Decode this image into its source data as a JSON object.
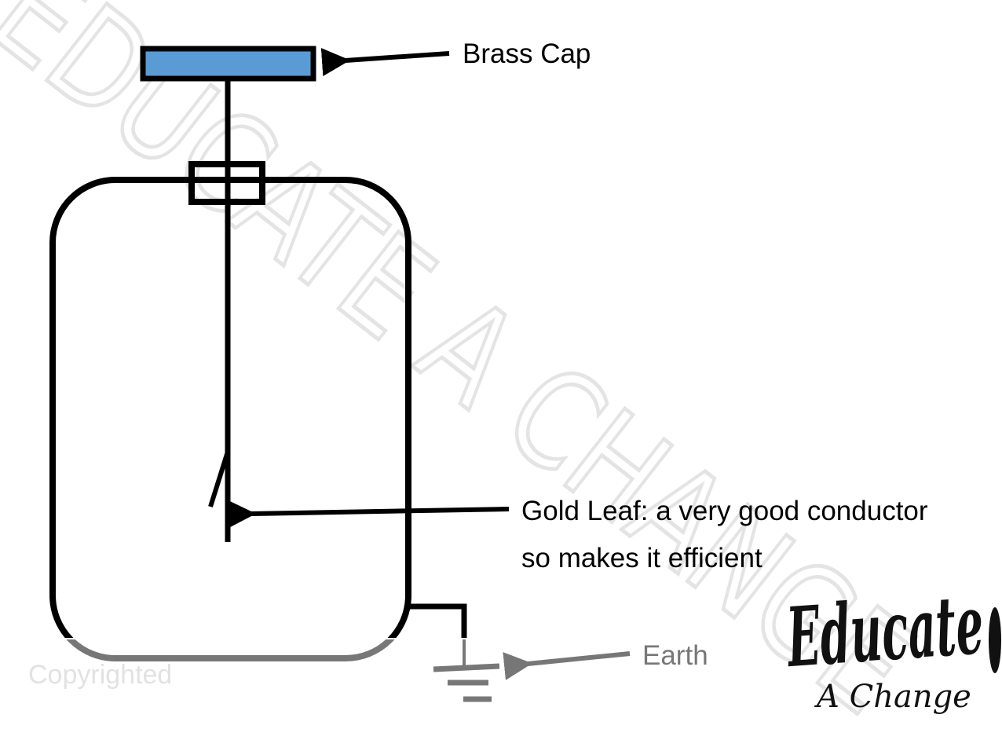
{
  "labels": {
    "brass_cap": "Brass Cap",
    "gold_leaf_line1": "Gold Leaf: a very good conductor",
    "gold_leaf_line2": "so makes it efficient",
    "earth": "Earth"
  },
  "watermark": "EDUCATE A CHANGE",
  "copyright_mark": "Copyrighted",
  "logo": {
    "line1": "Educate",
    "line2": "A Change"
  },
  "colors": {
    "brass_cap": "#5b9bd5",
    "outline": "#000000",
    "earth": "#777777"
  }
}
